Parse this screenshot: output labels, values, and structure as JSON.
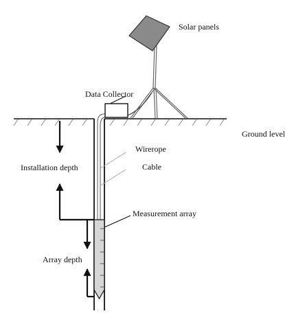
{
  "labels": {
    "solar_panels": "Solar panels",
    "data_collector": "Data Collector",
    "ground_level": "Ground level",
    "wirerope": "Wirerope",
    "cable": "Cable",
    "installation_depth": "Installation depth",
    "measurement_array": "Measurement array",
    "array_depth": "Array depth"
  },
  "colors": {
    "line": "#111111",
    "panel_fill": "#8a8a8a",
    "leader": "#aaaaaa",
    "array_fill": "#d6d6d6"
  }
}
